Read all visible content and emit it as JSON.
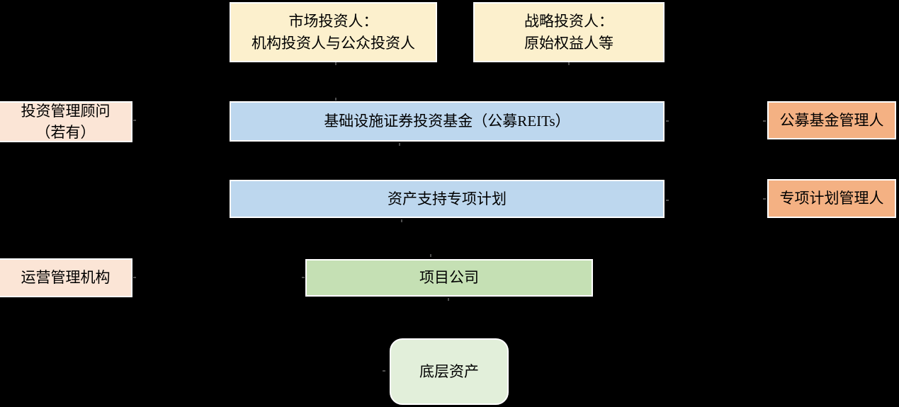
{
  "diagram": {
    "boxes": {
      "market_investors": {
        "line1": "市场投资人：",
        "line2": "机构投资人与公众投资人"
      },
      "strategic_investors": {
        "line1": "战略投资人：",
        "line2": "原始权益人等"
      },
      "reits_fund": {
        "label": "基础设施证券投资基金（公募REITs）"
      },
      "abs_plan": {
        "label": "资产支持专项计划"
      },
      "investment_advisor": {
        "line1": "投资管理顾问",
        "line2": "（若有）"
      },
      "operations_manager": {
        "label": "运营管理机构"
      },
      "fund_manager": {
        "label": "公募基金管理人"
      },
      "plan_manager": {
        "label": "专项计划管理人"
      },
      "project_company": {
        "label": "项目公司"
      },
      "underlying_assets": {
        "label": "底层资产"
      }
    },
    "colors": {
      "background": "#000000",
      "cream": "#FCF0CD",
      "peach": "#FBE5D6",
      "blue": "#BDD7EE",
      "orange": "#F4B183",
      "green": "#C5E0B4",
      "pale_green": "#E2EFDA",
      "border": "#FFFFFF",
      "text": "#000000"
    }
  }
}
